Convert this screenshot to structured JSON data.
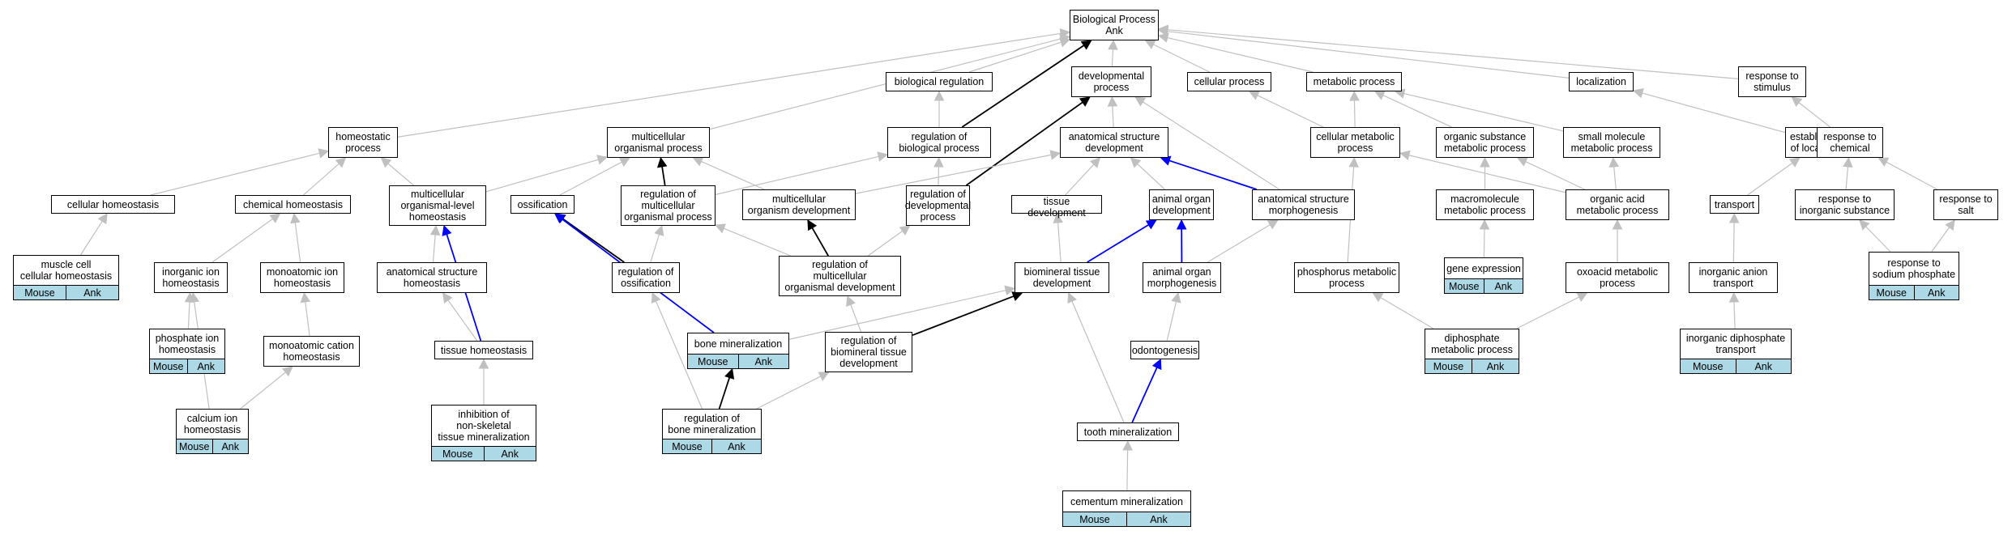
{
  "diagram": {
    "type": "gene-ontology-graph",
    "colors": {
      "generic": "#c0c0c0",
      "is_a": "#000000",
      "regulates": "#0000ff",
      "annotation_bg": "#add8e6"
    },
    "annotation": {
      "left": "Mouse",
      "right": "Ank"
    },
    "nodes": [
      {
        "id": "bp",
        "label": "Biological Process\nAnk"
      },
      {
        "id": "bioreg",
        "label": "biological regulation"
      },
      {
        "id": "devproc",
        "label": "developmental\nprocess"
      },
      {
        "id": "cellproc",
        "label": "cellular process"
      },
      {
        "id": "metproc",
        "label": "metabolic process"
      },
      {
        "id": "local",
        "label": "localization"
      },
      {
        "id": "respstim",
        "label": "response to\nstimulus"
      },
      {
        "id": "homeo",
        "label": "homeostatic\nprocess"
      },
      {
        "id": "multiorg",
        "label": "multicellular\norganismal process"
      },
      {
        "id": "regbio",
        "label": "regulation of\nbiological process"
      },
      {
        "id": "anatdev",
        "label": "anatomical structure\ndevelopment"
      },
      {
        "id": "cellmet",
        "label": "cellular metabolic\nprocess"
      },
      {
        "id": "orgsub",
        "label": "organic substance\nmetabolic process"
      },
      {
        "id": "smallmol",
        "label": "small molecule\nmetabolic process"
      },
      {
        "id": "estloc",
        "label": "establishment\nof localization"
      },
      {
        "id": "respchem",
        "label": "response to\nchemical"
      },
      {
        "id": "cellhomeo",
        "label": "cellular homeostasis"
      },
      {
        "id": "chemhomeo",
        "label": "chemical homeostasis"
      },
      {
        "id": "multilevel",
        "label": "multicellular\norganismal-level\nhomeostasis"
      },
      {
        "id": "ossif",
        "label": "ossification"
      },
      {
        "id": "regmultiorg",
        "label": "regulation of\nmulticellular\norganismal process"
      },
      {
        "id": "multidev",
        "label": "multicellular\norganism development"
      },
      {
        "id": "regdev",
        "label": "regulation of\ndevelopmental\nprocess"
      },
      {
        "id": "tissdev",
        "label": "tissue development"
      },
      {
        "id": "animorgdev",
        "label": "animal organ\ndevelopment"
      },
      {
        "id": "anatmorph",
        "label": "anatomical structure\nmorphogenesis"
      },
      {
        "id": "macromol",
        "label": "macromolecule\nmetabolic process"
      },
      {
        "id": "orgacid",
        "label": "organic acid\nmetabolic process"
      },
      {
        "id": "transport",
        "label": "transport"
      },
      {
        "id": "respinorg",
        "label": "response to\ninorganic substance"
      },
      {
        "id": "respsalt",
        "label": "response to\nsalt"
      },
      {
        "id": "musclehomeo",
        "label": "muscle cell\ncellular homeostasis",
        "annotated": true
      },
      {
        "id": "inorgion",
        "label": "inorganic ion\nhomeostasis"
      },
      {
        "id": "monoion",
        "label": "monoatomic ion\nhomeostasis"
      },
      {
        "id": "anathomeo",
        "label": "anatomical structure\nhomeostasis"
      },
      {
        "id": "regossif",
        "label": "regulation of\nossification"
      },
      {
        "id": "regmultidev",
        "label": "regulation of\nmulticellular\norganismal development"
      },
      {
        "id": "biomindev",
        "label": "biomineral tissue\ndevelopment"
      },
      {
        "id": "animorgmorph",
        "label": "animal organ\nmorphogenesis"
      },
      {
        "id": "phosmet",
        "label": "phosphorus metabolic\nprocess"
      },
      {
        "id": "geneexp",
        "label": "gene expression",
        "annotated": true
      },
      {
        "id": "oxoacid",
        "label": "oxoacid metabolic\nprocess"
      },
      {
        "id": "inorganion",
        "label": "inorganic anion\ntransport"
      },
      {
        "id": "respsodphos",
        "label": "response to\nsodium phosphate",
        "annotated": true
      },
      {
        "id": "phosion",
        "label": "phosphate ion\nhomeostasis",
        "annotated": true
      },
      {
        "id": "monocation",
        "label": "monoatomic cation\nhomeostasis"
      },
      {
        "id": "tisshomeo",
        "label": "tissue homeostasis"
      },
      {
        "id": "bonemin",
        "label": "bone mineralization",
        "annotated": true
      },
      {
        "id": "regbiomin",
        "label": "regulation of\nbiomineral tissue\ndevelopment"
      },
      {
        "id": "odonto",
        "label": "odontogenesis"
      },
      {
        "id": "diphosmet",
        "label": "diphosphate\nmetabolic process",
        "annotated": true
      },
      {
        "id": "inorgdiphos",
        "label": "inorganic diphosphate\ntransport",
        "annotated": true
      },
      {
        "id": "calcion",
        "label": "calcium ion\nhomeostasis",
        "annotated": true
      },
      {
        "id": "inhibnonskel",
        "label": "inhibition of\nnon-skeletal\ntissue mineralization",
        "annotated": true
      },
      {
        "id": "regbonemin",
        "label": "regulation of\nbone mineralization",
        "annotated": true
      },
      {
        "id": "toothmin",
        "label": "tooth mineralization"
      },
      {
        "id": "cementmin",
        "label": "cementum mineralization",
        "annotated": true
      }
    ],
    "edges": [
      {
        "from": "bioreg",
        "to": "bp",
        "kind": "generic"
      },
      {
        "from": "devproc",
        "to": "bp",
        "kind": "generic"
      },
      {
        "from": "cellproc",
        "to": "bp",
        "kind": "generic"
      },
      {
        "from": "metproc",
        "to": "bp",
        "kind": "generic"
      },
      {
        "from": "local",
        "to": "bp",
        "kind": "generic"
      },
      {
        "from": "respstim",
        "to": "bp",
        "kind": "generic"
      },
      {
        "from": "homeo",
        "to": "bp",
        "kind": "generic"
      },
      {
        "from": "multiorg",
        "to": "bp",
        "kind": "generic"
      },
      {
        "from": "regbio",
        "to": "bp",
        "kind": "is_a"
      },
      {
        "from": "regdev",
        "to": "devproc",
        "kind": "is_a"
      },
      {
        "from": "regbio",
        "to": "bioreg",
        "kind": "generic"
      },
      {
        "from": "anatdev",
        "to": "devproc",
        "kind": "generic"
      },
      {
        "from": "anatmorph",
        "to": "devproc",
        "kind": "generic"
      },
      {
        "from": "cellmet",
        "to": "cellproc",
        "kind": "generic"
      },
      {
        "from": "cellmet",
        "to": "metproc",
        "kind": "generic"
      },
      {
        "from": "orgsub",
        "to": "metproc",
        "kind": "generic"
      },
      {
        "from": "smallmol",
        "to": "metproc",
        "kind": "generic"
      },
      {
        "from": "estloc",
        "to": "local",
        "kind": "generic"
      },
      {
        "from": "respchem",
        "to": "respstim",
        "kind": "generic"
      },
      {
        "from": "cellhomeo",
        "to": "homeo",
        "kind": "generic"
      },
      {
        "from": "chemhomeo",
        "to": "homeo",
        "kind": "generic"
      },
      {
        "from": "multilevel",
        "to": "homeo",
        "kind": "generic"
      },
      {
        "from": "multilevel",
        "to": "multiorg",
        "kind": "generic"
      },
      {
        "from": "ossif",
        "to": "multiorg",
        "kind": "generic"
      },
      {
        "from": "regmultiorg",
        "to": "multiorg",
        "kind": "is_a"
      },
      {
        "from": "multidev",
        "to": "multiorg",
        "kind": "generic"
      },
      {
        "from": "regmultiorg",
        "to": "regbio",
        "kind": "generic"
      },
      {
        "from": "regdev",
        "to": "regbio",
        "kind": "generic"
      },
      {
        "from": "multidev",
        "to": "anatdev",
        "kind": "generic"
      },
      {
        "from": "tissdev",
        "to": "anatdev",
        "kind": "generic"
      },
      {
        "from": "animorgdev",
        "to": "anatdev",
        "kind": "generic"
      },
      {
        "from": "anatmorph",
        "to": "anatdev",
        "kind": "regulates"
      },
      {
        "from": "macromol",
        "to": "orgsub",
        "kind": "generic"
      },
      {
        "from": "orgacid",
        "to": "orgsub",
        "kind": "generic"
      },
      {
        "from": "orgacid",
        "to": "smallmol",
        "kind": "generic"
      },
      {
        "from": "orgacid",
        "to": "cellmet",
        "kind": "generic"
      },
      {
        "from": "transport",
        "to": "estloc",
        "kind": "generic"
      },
      {
        "from": "respinorg",
        "to": "respchem",
        "kind": "generic"
      },
      {
        "from": "respsalt",
        "to": "respchem",
        "kind": "generic"
      },
      {
        "from": "musclehomeo",
        "to": "cellhomeo",
        "kind": "generic"
      },
      {
        "from": "inorgion",
        "to": "chemhomeo",
        "kind": "generic"
      },
      {
        "from": "monoion",
        "to": "chemhomeo",
        "kind": "generic"
      },
      {
        "from": "anathomeo",
        "to": "multilevel",
        "kind": "generic"
      },
      {
        "from": "tisshomeo",
        "to": "multilevel",
        "kind": "regulates"
      },
      {
        "from": "regossif",
        "to": "ossif",
        "kind": "is_a"
      },
      {
        "from": "regossif",
        "to": "regmultiorg",
        "kind": "generic"
      },
      {
        "from": "regmultidev",
        "to": "regmultiorg",
        "kind": "generic"
      },
      {
        "from": "regmultidev",
        "to": "multidev",
        "kind": "is_a"
      },
      {
        "from": "regmultidev",
        "to": "regdev",
        "kind": "generic"
      },
      {
        "from": "biomindev",
        "to": "tissdev",
        "kind": "generic"
      },
      {
        "from": "biomindev",
        "to": "animorgdev",
        "kind": "regulates"
      },
      {
        "from": "animorgmorph",
        "to": "animorgdev",
        "kind": "regulates"
      },
      {
        "from": "animorgmorph",
        "to": "anatmorph",
        "kind": "generic"
      },
      {
        "from": "phosmet",
        "to": "cellmet",
        "kind": "generic"
      },
      {
        "from": "geneexp",
        "to": "macromol",
        "kind": "generic"
      },
      {
        "from": "oxoacid",
        "to": "orgacid",
        "kind": "generic"
      },
      {
        "from": "inorganion",
        "to": "transport",
        "kind": "generic"
      },
      {
        "from": "respsodphos",
        "to": "respinorg",
        "kind": "generic"
      },
      {
        "from": "respsodphos",
        "to": "respsalt",
        "kind": "generic"
      },
      {
        "from": "phosion",
        "to": "inorgion",
        "kind": "generic"
      },
      {
        "from": "monocation",
        "to": "monoion",
        "kind": "generic"
      },
      {
        "from": "tisshomeo",
        "to": "anathomeo",
        "kind": "generic"
      },
      {
        "from": "bonemin",
        "to": "ossif",
        "kind": "regulates"
      },
      {
        "from": "bonemin",
        "to": "biomindev",
        "kind": "generic"
      },
      {
        "from": "regbiomin",
        "to": "biomindev",
        "kind": "is_a"
      },
      {
        "from": "regbiomin",
        "to": "regmultidev",
        "kind": "generic"
      },
      {
        "from": "odonto",
        "to": "animorgmorph",
        "kind": "generic"
      },
      {
        "from": "diphosmet",
        "to": "phosmet",
        "kind": "generic"
      },
      {
        "from": "diphosmet",
        "to": "oxoacid",
        "kind": "generic"
      },
      {
        "from": "inorgdiphos",
        "to": "inorganion",
        "kind": "generic"
      },
      {
        "from": "calcion",
        "to": "inorgion",
        "kind": "generic"
      },
      {
        "from": "calcion",
        "to": "monocation",
        "kind": "generic"
      },
      {
        "from": "inhibnonskel",
        "to": "tisshomeo",
        "kind": "generic"
      },
      {
        "from": "regbonemin",
        "to": "bonemin",
        "kind": "is_a"
      },
      {
        "from": "regbonemin",
        "to": "regossif",
        "kind": "generic"
      },
      {
        "from": "regbonemin",
        "to": "regbiomin",
        "kind": "generic"
      },
      {
        "from": "toothmin",
        "to": "biomindev",
        "kind": "generic"
      },
      {
        "from": "toothmin",
        "to": "odonto",
        "kind": "regulates"
      },
      {
        "from": "cementmin",
        "to": "toothmin",
        "kind": "generic"
      }
    ]
  }
}
